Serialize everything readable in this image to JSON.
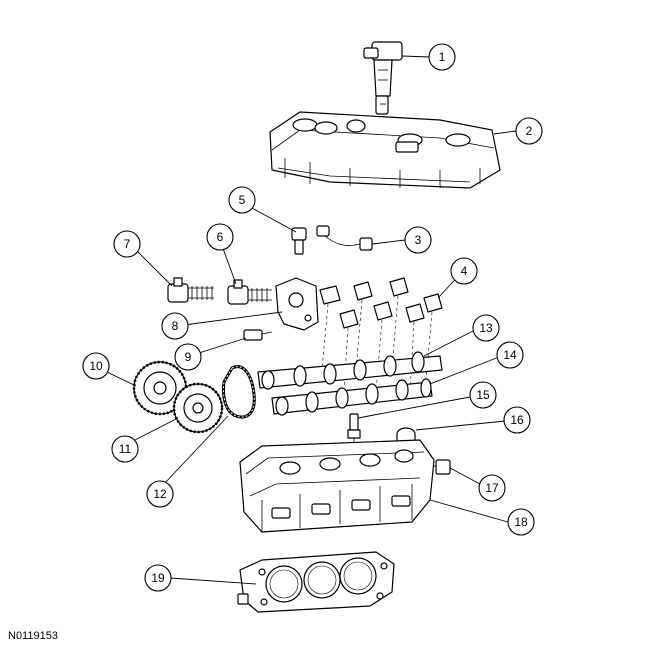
{
  "figure_id": "N0119153",
  "callouts": [
    "1",
    "2",
    "3",
    "4",
    "5",
    "6",
    "7",
    "8",
    "9",
    "10",
    "11",
    "12",
    "13",
    "14",
    "15",
    "16",
    "17",
    "18",
    "19"
  ]
}
